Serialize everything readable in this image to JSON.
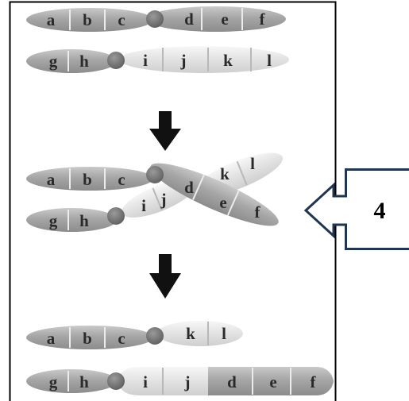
{
  "figure": {
    "stage_1": {
      "chromosome_top": {
        "left_arm": [
          "a",
          "b",
          "c"
        ],
        "right_arm": [
          "d",
          "e",
          "f"
        ]
      },
      "chromosome_bottom": {
        "left_arm": [
          "g",
          "h"
        ],
        "right_arm": [
          "i",
          "j",
          "k",
          "l"
        ]
      }
    },
    "stage_2": {
      "chromosome_top": {
        "left_arm": [
          "a",
          "b",
          "c"
        ],
        "right_arm": [
          "d",
          "e",
          "f"
        ]
      },
      "chromosome_bottom": {
        "left_arm": [
          "g",
          "h"
        ],
        "right_arm": [
          "i",
          "j",
          "k",
          "l"
        ]
      }
    },
    "stage_3": {
      "chromosome_top": {
        "left_arm": [
          "a",
          "b",
          "c"
        ],
        "right_arm": [
          "k",
          "l"
        ]
      },
      "chromosome_bottom": {
        "left_arm": [
          "g",
          "h"
        ],
        "right_arm": [
          "i",
          "j",
          "d",
          "e",
          "f"
        ]
      }
    },
    "callout_label": "4",
    "colors": {
      "dark_chromatid": "#a8a8a8",
      "light_chromatid": "#e4e4e4",
      "centromere": "#7a7a7a",
      "band_line": "#f4f4f4",
      "arrow": "#111111",
      "callout_outline": "#1f3550",
      "frame": "#000000"
    }
  }
}
